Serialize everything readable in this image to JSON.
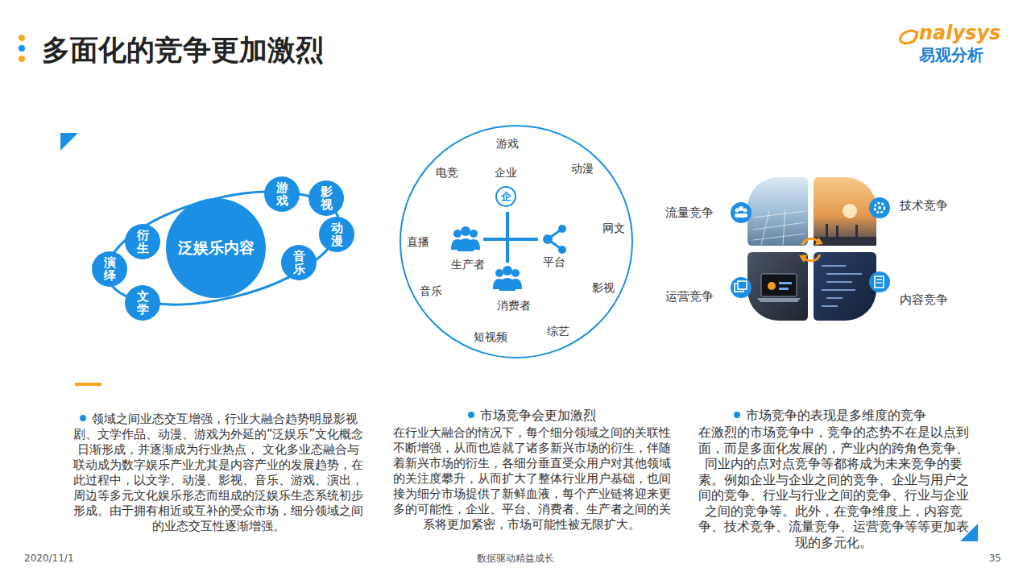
{
  "diagram": {
    "title": "多面化的竞争更加激烈",
    "nodes": [
      {
        "text": [
          "泛娱乐内容"
        ]
      },
      {
        "text": [
          "游戏"
        ]
      },
      {
        "text": [
          "影视"
        ]
      },
      {
        "text": [
          "动漫"
        ]
      },
      {
        "text": [
          "音乐"
        ]
      },
      {
        "text": [
          "衍生"
        ]
      },
      {
        "text": [
          "演绎"
        ]
      },
      {
        "text": [
          "文学"
        ]
      },
      {
        "text": [
          "游戏",
          "电竞",
          "动漫",
          "直播",
          "网文",
          "影视",
          "音乐",
          "综艺",
          "短视频"
        ]
      },
      {
        "text": [
          "企业",
          "生产者",
          "平台",
          "消费者"
        ],
        "in": 8
      },
      {
        "text": [
          "企"
        ],
        "in": 9
      }
    ],
    "labels": [
      "nalysys",
      "易观分析",
      "流量竞争",
      "技术竞争",
      "运营竞争",
      "内容竞争",
      "领域之间业态交互增强，行业大融合趋势明显影视剧、文学作品、动漫、游戏为外延的“泛娱乐”文化概念日渐形成，并逐渐成为行业热点， 文化多业态融合与联动成为数字娱乐产业尤其是内容产业的发展趋势，在此过程中，以文学、动漫、影视、音乐、游戏、演出，周边等多元文化娱乐形态而组成的泛娱乐生态系统初步形成。由于拥有相近或互补的受众市场，细分领域之间的业态交互性逐渐增强。",
      "市场竞争会更加激烈",
      "在行业大融合的情况下，每个细分领域之间的关联性不断增强，从而也造就了诸多新兴市场的衍生，伴随着新兴市场的衍生，各细分垂直受众用户对其他领域的关注度攀升，从而扩大了整体行业用户基础，也间接为细分市场提供了新鲜血液，每个产业链将迎来更多的可能性，企业、平台、消费者、生产者之间的关系将更加紧密，市场可能性被无限扩大。",
      "市场竞争的表现是多维度的竞争",
      "在激烈的市场竞争中，竞争的态势不在是以点到面，而是多面化发展的，产业内的跨角色竞争、同业内的点对点竞争等都将成为未来竞争的要素。例如企业与企业之间的竞争、企业与用户之间的竞争、行业与行业之间的竞争、行业与企业之间的竞争等。此外，在竞争维度上，内容竞争、技术竞争、流量竞争、运营竞争等等更加表现的多元化。",
      "2020/11/1",
      "数据驱动精益成长",
      "35"
    ]
  }
}
